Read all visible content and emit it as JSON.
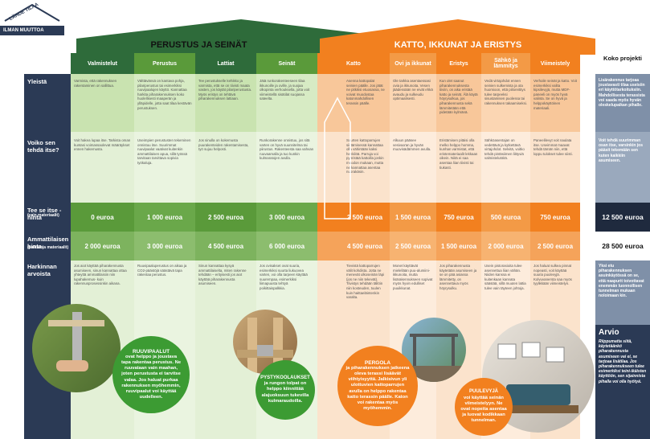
{
  "logo": {
    "line1": "LÄHDE TILAA",
    "line2": "ILMAN MUUTTOA"
  },
  "sections": {
    "green": "PERUSTUS JA SEINÄT",
    "orange": "KATTO, IKKUNAT JA ERISTYS"
  },
  "columns": [
    "Valmistelut",
    "Perustus",
    "Lattiat",
    "Seinät",
    "Katto",
    "Ovi ja ikkunat",
    "Eristys",
    "Sähkö ja lämmitys",
    "Viimeistely"
  ],
  "total_column": "Koko projekti",
  "rows": {
    "general": "Yleistä",
    "diy": "Voiko sen tehdä itse?",
    "diy_price": "Tee se itse -hinta",
    "diy_price_sub": "(vain materiaalit)",
    "pro_price": "Ammattilaisen hinta",
    "pro_price_sub": "(palkkioja materiaalit)",
    "notes": "Harkinnan arvoista"
  },
  "general_texts": [
    "Varmista, että rakennuksen rakentaminen on sallittua.",
    "Välttävänsä on kantava pohja, pilariperustus tai esimerkiksi ruuvipaalujen käyttö. Kannattaa harkita piharakennuksen koko huolellisesti maaperän ja ylläpidelle, jotta saat tilaa kestävän perustuksen.",
    "Tee perustukselle kehikko ja varmista, että se on tiivisti maata vasten, jos käytät pilariperustusta. Myös eristys on tehtävä piharakennuksen lattiaan.",
    "Jätä runkorakenteeseen tilaa ikkunoille ja oville, ja suojaa olkopinta verhouksella, jotta voit viimeistellä sisätilat suojassa sateelta.",
    "Asenna kattopalat seinien päälle. Jos jätät ne pitkiksi etuosassa, ne voivat muodostaa katonmahdollisen terassin päälle.",
    "Ole tarkka asentaessasi ovia ja ikkunoita. Vesen jäädessään ne eivät ehkä avaudu ja sulkeudu optimaalisesti.",
    "Kun olet saanut piharakennuksesta tiiviin, on aika eristää katto ja seinät. Älä käytä höyrysulkua, jos piharakennusta sekä lämmitetään että pidetään kylmänä.",
    "Vedä virtajohdot ennen seinien sulkemista ja ota huomioon, että piiloreititys tulee tarpeeksi sisustamisen puolessa tai rakennuksen takaamiseksi.",
    "Verhoile seinät ja katto. Voit esimerkiksi valita kipsilevyjä, mutta MDF-paneeli on myös hyvä valinta. Se on hyvä ja helppokäyttöinen materiaali."
  ],
  "general_total": "Lisärakennus tarjoaa joustavasti tilaa useisiin eri käyttötarkoituksiin. Mahdollisesta terassista voi saada myös hyvän oleskelupaikan pihalle.",
  "diy_texts": [
    "Voit hakea lupaa itse. Tarkista oman kuntasi voimassaolevat määräykset ennen hakemusta.",
    "Useimpien perustusten tekeminen onnistuu itse. Suurimmat ruuvipaalut vaativat kuitenkin ammattilaisen apua, sillä työssä tarvitaan tarvittava sopivia työkaluja.",
    "Jos sinulla on kokemusta puurakenteiden rakentamisesta, työ sujuu helposti.",
    "Runkorakenne onnistuu, jos sitä varten on hyvä suunnitelma tai piirustus. Rakenteesta saa vahvan ruuvaamalla ja tuo kunkin kulmaratojen avulla.",
    "Suurten kattoparrujen siirtämisessä kannattaa olla vähintään kaksi henkilöä. Parruja voi pyöristää kattoilla jonkin muodon mukaan, mutta ne kannattaa asentaa nuorakäsin.",
    "Alkuun pääsee vesivaa'an ja hyvän muovisädämmen avulla.",
    "Eristämisen pitäisi olla melko helppo homma, kunhan varmistat, että eristemateriaalit lekkaan oikein. Niitä ei saa asentaa liian tiivisti tai tiukasti.",
    "Sähköasentajan on vedettävä ja kytkettävä virtajohdot. Selvitä, voitko tehdä pintäsiimen liittyviä valmistelutöitä.",
    "Paneelilevyt voit naulata itse. Useimmat maavat tehdä tämän niin, että loppu tulokset tulee siisti."
  ],
  "diy_total": "Voit tehdä suurimman osan itse, varsinkin jos pääsit tekemään sen kuten kaikkiin asumiseen.",
  "diy_prices": [
    "0 euroa",
    "1 000 euroa",
    "2 500 euroa",
    "3 000 euroa",
    "2 500 euroa",
    "1 500 euroa",
    "750 euroa",
    "500 euroa",
    "750 euroa"
  ],
  "diy_price_total": "12 500 euroa",
  "pro_prices": [
    "2 000 euroa",
    "3 000 euroa",
    "4 500 euroa",
    "6 000 euroa",
    "4 500 euroa",
    "2 500 euroa",
    "1 500 euroa",
    "2 000 euroa",
    "2 500 euroa"
  ],
  "pro_price_total": "28 500 euroa",
  "notes_texts": [
    "Jos aiot käyttää piharakennusta asumiseen, sinun kannattaa ottaa yhteyttä ammattilaisiin niin lupahakemus- kuin rakennusprosessinkin aikana.",
    "Ruuvipaaluperustus on aikaa ja CO2-päästöjä säästävä tapa rakentaa perustus.",
    "Sinun kannattaa kysyä ammattilaiselta, miten rakenne tehdään – erityisesti jos aiot käyttää piharakennusta asumiseen.",
    "Jos ovisakset ovat suuria, esimerkiksi suurta liukuovea varten, voi olla tarpeen käyttää suurempaa, esimerkiksi liimapuusta tehtyä poikittaispalkkia.",
    "Tievistä kattoparrujen välit kohdista. Jotta ne menevät ulkoseinän läpi (jos ne niin tekevät). Tiivistys tehdään tällöin niin kosteuden, tuulen kuin haittaeläintenkin varalta.",
    "Monet käyttävät mielellään puu-alumiini-ikkunoita, mutta lisärakennukseen sopivat myös hyvin edulliset puuikkunat.",
    "Jos piharakennusta käytetään asumiseen ja se on pää asiassa lämmitetty, on asennettava myös höyrysulku.",
    "Usein pistorasioita tulee asennettua liian vähän. Niiden kanssa ei kuitenkaan kannata säästää, sillä muuten lattia tulee vain täyteen johtoja.",
    "Jos haluat sulkea pinnat nopeasti, voit käyttää suuria puulevyjä. Kolvuvanersta saa myös tyylikkään viimeistelyn."
  ],
  "notes_total": "Yksi etu piharakennuksen asuinkäytössä on se, että naapurit toivottavat enemmän luonnollisen tunnelman mukaan noloimaan kin.",
  "verdict_title": "Arvio",
  "verdict_text": "Riippumatta siitä, käytetäänkö piharakennusta asumiseen vai ei, se tarjoaa lisätilaa. Jos piharakennukseen tulee esimerkiksi teini-ikäisten käyttöön, sen sijainnista pihalla voi olla hyötyä.",
  "bubbles": {
    "ruuvi": {
      "title": "RUUVIPAALUT",
      "text": "ovat helppo ja joustava tapa rakentaa perustus. Ne ruuvataan vain maahan, joten perustusta ei tarvitse valaa. Jos haluat purkaa rakennuksen myöhemmin, ruuvipaalut voi käyttää uudelleen."
    },
    "pystykolaukset": {
      "title": "PYSTYKOOLAUKSET",
      "text": "ja rungon tolpat on helppo kiinnittää alajuoksuun tukevilla kulmaraudoilla."
    },
    "pergola": {
      "title": "PERGOLA",
      "text": "ja piharakennuksen jatkeena oleva terassi lisäävät viihtyisyyttä. Jalkisivun yli ulottuvien kattoparrujen avulla on helppo rakentaa katto terassin päälle. Katon voi rakentaa myös myöhemmin."
    },
    "puulevy": {
      "title": "PUULEVYJÄ",
      "text": "voi käyttää seinän viimeistelyyn. Ne ovat nopeita asentaa ja luovat kodikkaan tunnelman."
    }
  },
  "colors": {
    "green_dark": "#2e6b3a",
    "green_mid": "#5a9a3a",
    "green_light": "#c9e3b0",
    "green_pale": "#e3f0d6",
    "orange": "#f2801f",
    "orange_light": "#f8c79a",
    "orange_pale": "#fbe3cc",
    "navy": "#2b3a55",
    "navy_light": "#9aa9bd",
    "bubble_green": "#3c9b33"
  }
}
